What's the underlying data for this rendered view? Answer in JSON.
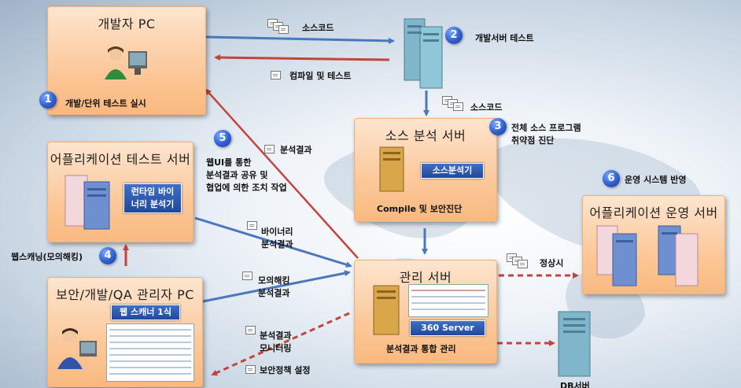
{
  "nodes": {
    "dev_pc": {
      "title": "개발자 PC",
      "caption": "개발/단위 테스트 실시",
      "step": "1"
    },
    "dev_server": {
      "caption": "개발서버 테스트",
      "step": "2"
    },
    "source_server": {
      "title": "소스 분석 서버",
      "button": "소스분석기",
      "caption": "Compile 및 보안진단",
      "step": "3",
      "note_line1": "전체 소스 프로그램",
      "note_line2": "취약점 진단"
    },
    "app_test_server": {
      "title": "어플리케이션 테스트 서버",
      "button_line1": "런타임 바이",
      "button_line2": "너리 분석기"
    },
    "security_pc": {
      "title": "보안/개발/QA 관리자 PC",
      "button": "웹 스캐너 1식"
    },
    "mgmt_server": {
      "title": "관리 서버",
      "button": "360 Server",
      "caption": "분석결과 통합 관리"
    },
    "ops_server": {
      "title": "어플리케이션 운영 서버",
      "step": "6",
      "caption": "운영 시스템 반영"
    },
    "db_server": {
      "caption": "DB서버"
    }
  },
  "edges": {
    "src_code_1": "소스코드",
    "compile_test": "컴파일 및 테스트",
    "src_code_2": "소스코드",
    "analysis_result": "분석결과",
    "binary_result_line1": "바이너리",
    "binary_result_line2": "분석결과",
    "mock_result_line1": "모의해킹",
    "mock_result_line2": "분석결과",
    "monitoring_line1": "분석결과",
    "monitoring_line2": "모니터링",
    "policy": "보안정책 설정",
    "normal": "정상시"
  },
  "steps": {
    "web_scan": {
      "num": "4",
      "label": "웹스캐닝(모의해킹)"
    },
    "share": {
      "num": "5",
      "line1": "웹UI를 통한",
      "line2": "분석결과 공유 및",
      "line3": "협업에 의한 조치 작업"
    }
  },
  "colors": {
    "blue_arrow": "#4a78bd",
    "red_arrow": "#c2443c",
    "box_fill": "#fcc89a",
    "step_circle": "#2f5fd0"
  }
}
